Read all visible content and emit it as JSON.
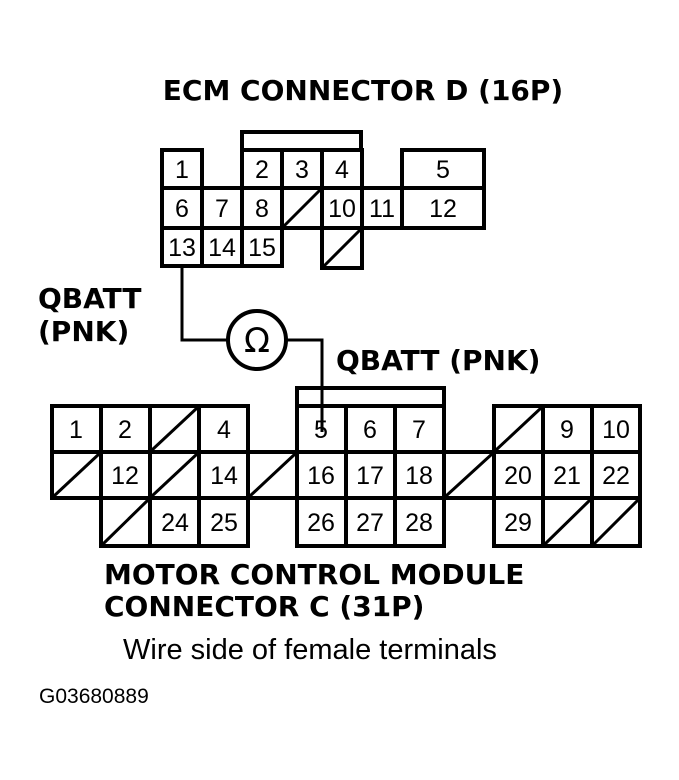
{
  "ecm_title": "ECM CONNECTOR D (16P)",
  "left_label_line1": "QBATT",
  "left_label_line2": "(PNK)",
  "right_label": "QBATT (PNK)",
  "ohm_symbol": "Ω",
  "mcm_title_line1": "MOTOR CONTROL MODULE",
  "mcm_title_line2": "CONNECTOR C (31P)",
  "caption": "Wire side of female terminals",
  "figure_code": "G03680889",
  "ecm_cells": [
    "1",
    "2",
    "3",
    "4",
    "5",
    "6",
    "7",
    "8",
    "10",
    "11",
    "12",
    "13",
    "14",
    "15"
  ],
  "mcm_cells": [
    "1",
    "2",
    "4",
    "5",
    "6",
    "7",
    "9",
    "10",
    "12",
    "14",
    "16",
    "17",
    "18",
    "20",
    "21",
    "22",
    "24",
    "25",
    "26",
    "27",
    "28",
    "29"
  ]
}
